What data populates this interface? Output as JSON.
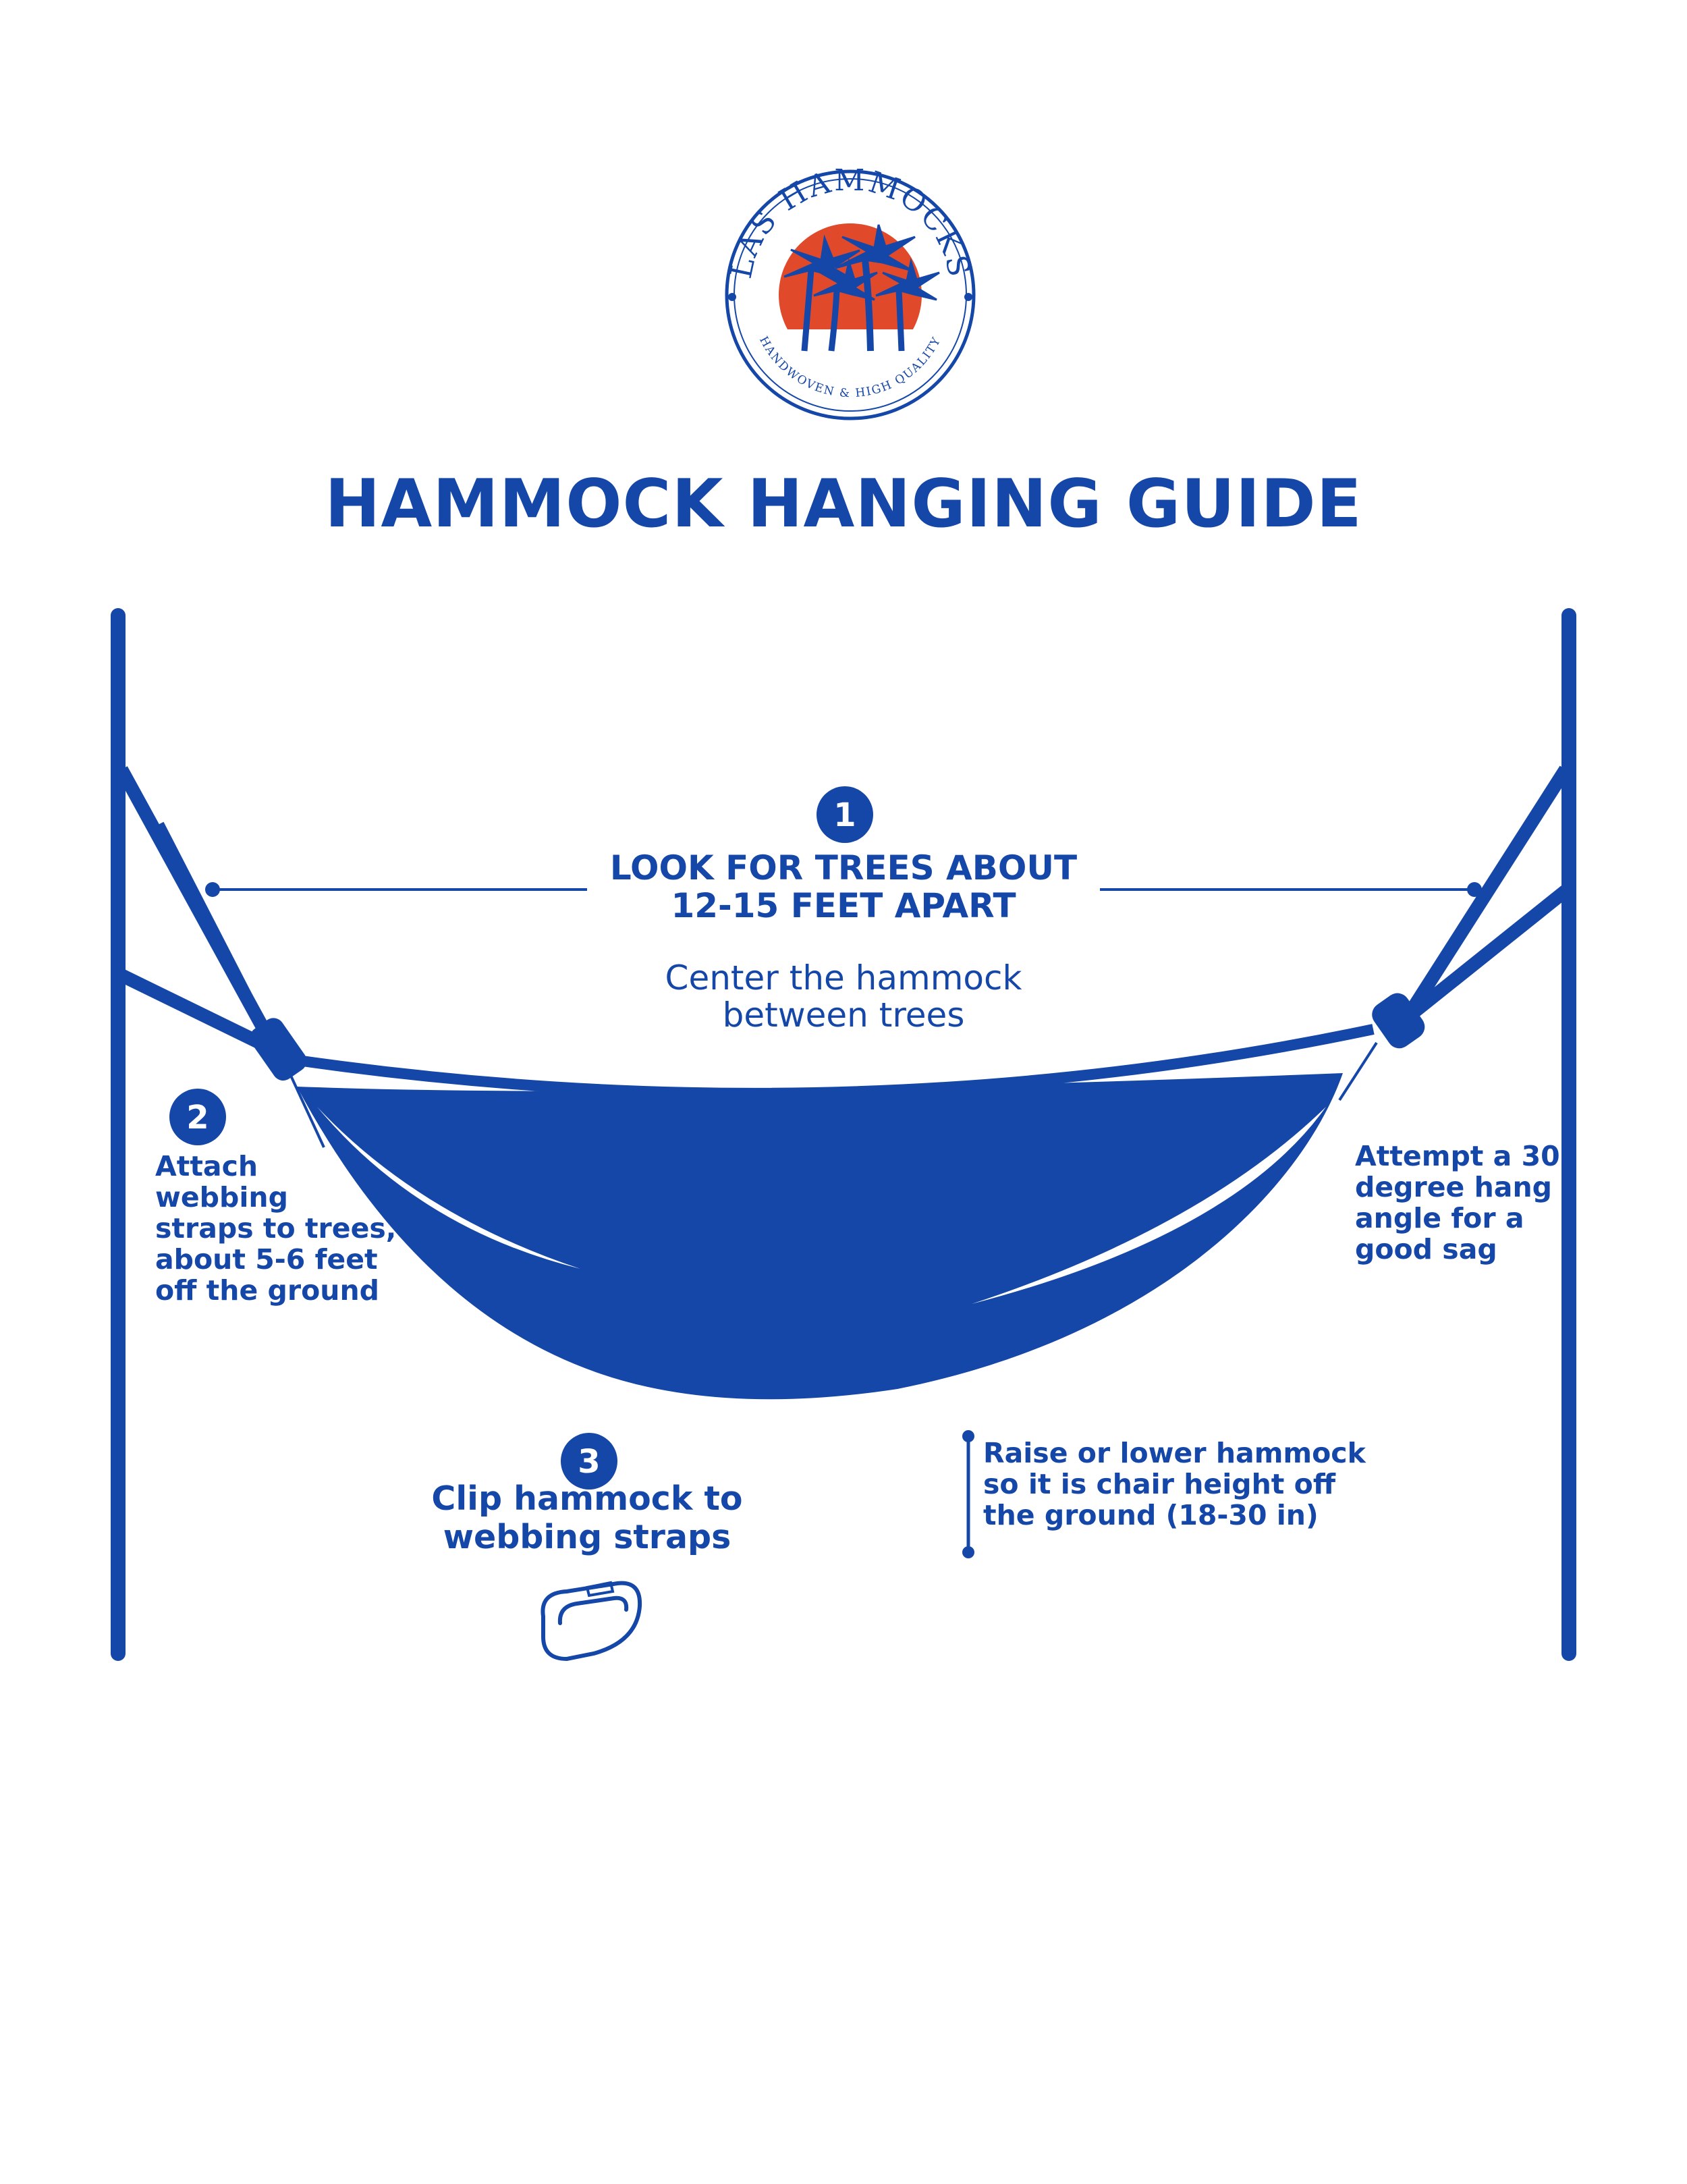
{
  "colors": {
    "primary": "#1547A8",
    "sun": "#E04A2B",
    "background": "#FFFFFF"
  },
  "logo": {
    "brand": "LAS HAMMOCKS",
    "tagline": "HANDWOVEN & HIGH QUALITY",
    "icon": "palm-trees-sunset-seal"
  },
  "title": "HAMMOCK HANGING GUIDE",
  "step1": {
    "number": "1",
    "heading_lines": [
      "LOOK FOR TREES ABOUT",
      "12-15 FEET APART"
    ],
    "sub_lines": [
      "Center the hammock",
      "between trees"
    ]
  },
  "step2": {
    "number": "2",
    "text_lines": [
      "Attach",
      "webbing",
      "straps to trees,",
      "about 5-6 feet",
      "off the ground"
    ]
  },
  "angle_note": {
    "text_lines": [
      "Attempt a 30",
      "degree hang",
      "angle for a",
      "good sag"
    ]
  },
  "step3": {
    "number": "3",
    "heading_lines": [
      "Clip hammock to",
      "webbing straps"
    ],
    "icon": "carabiner-icon"
  },
  "height_note": {
    "text_lines": [
      "Raise or lower hammock",
      "so it is chair height off",
      "the ground (18-30 in)"
    ]
  }
}
